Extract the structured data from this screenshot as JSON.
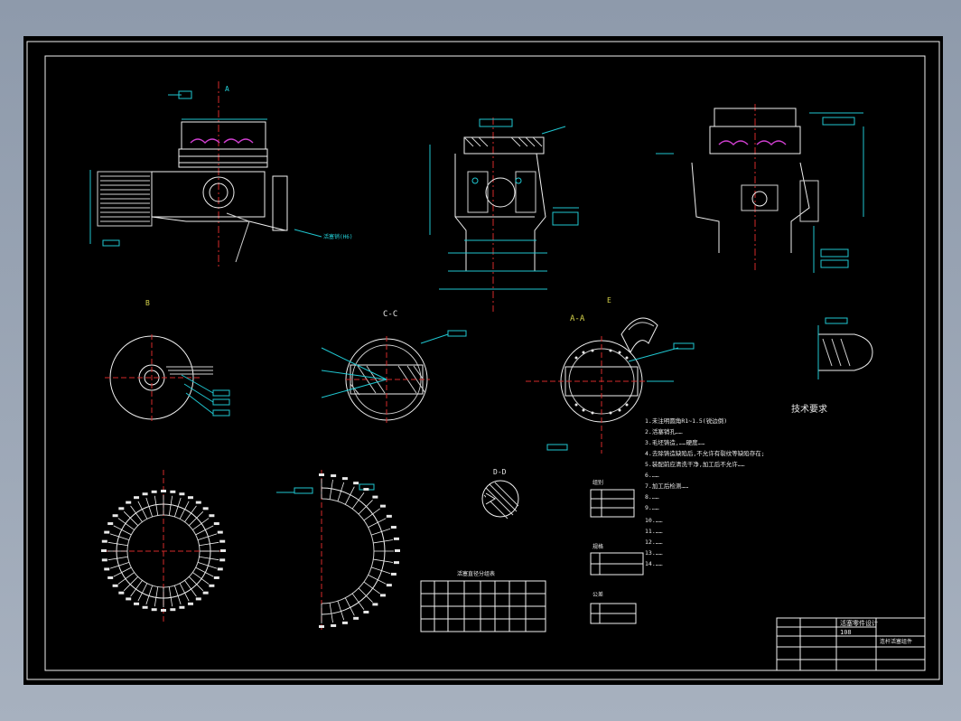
{
  "colors": {
    "background_outer": "#9aa5b5",
    "canvas": "#000000",
    "outline": "#f0f0f0",
    "dimension": "#1fc6d0",
    "accent_magenta": "#d03fd0",
    "centerline_red": "#d42a2a",
    "hatch": "#cfcfcf"
  },
  "views": {
    "arrow_a": "A",
    "section_cc": "C-C",
    "section_aa": "A-A",
    "section_dd": "D-D",
    "view_e": "E",
    "view_b": "B"
  },
  "notes": {
    "heading": "技术要求",
    "lines": [
      "1.未注明圆角R1~1.5(锐边倒)",
      "2.活塞销孔……",
      "3.毛坯铸造,……硬度……",
      "4.去除铸造缺陷后,不允许有裂纹等缺陷存在;",
      "5.装配前应清洗干净,加工后不允许……",
      "6.……",
      "7.加工后检测……",
      "8.……",
      "9.……",
      "10.……",
      "11.……",
      "12.……",
      "13.……",
      "14.……"
    ]
  },
  "title_block": {
    "name": "活塞零件设计",
    "code": "108",
    "drawing_no": "连杆活塞组件"
  },
  "tables": {
    "table_left_title": "活塞直径分组表",
    "table_right_1": "组别",
    "table_right_2": "规格",
    "table_right_3": "公差"
  }
}
